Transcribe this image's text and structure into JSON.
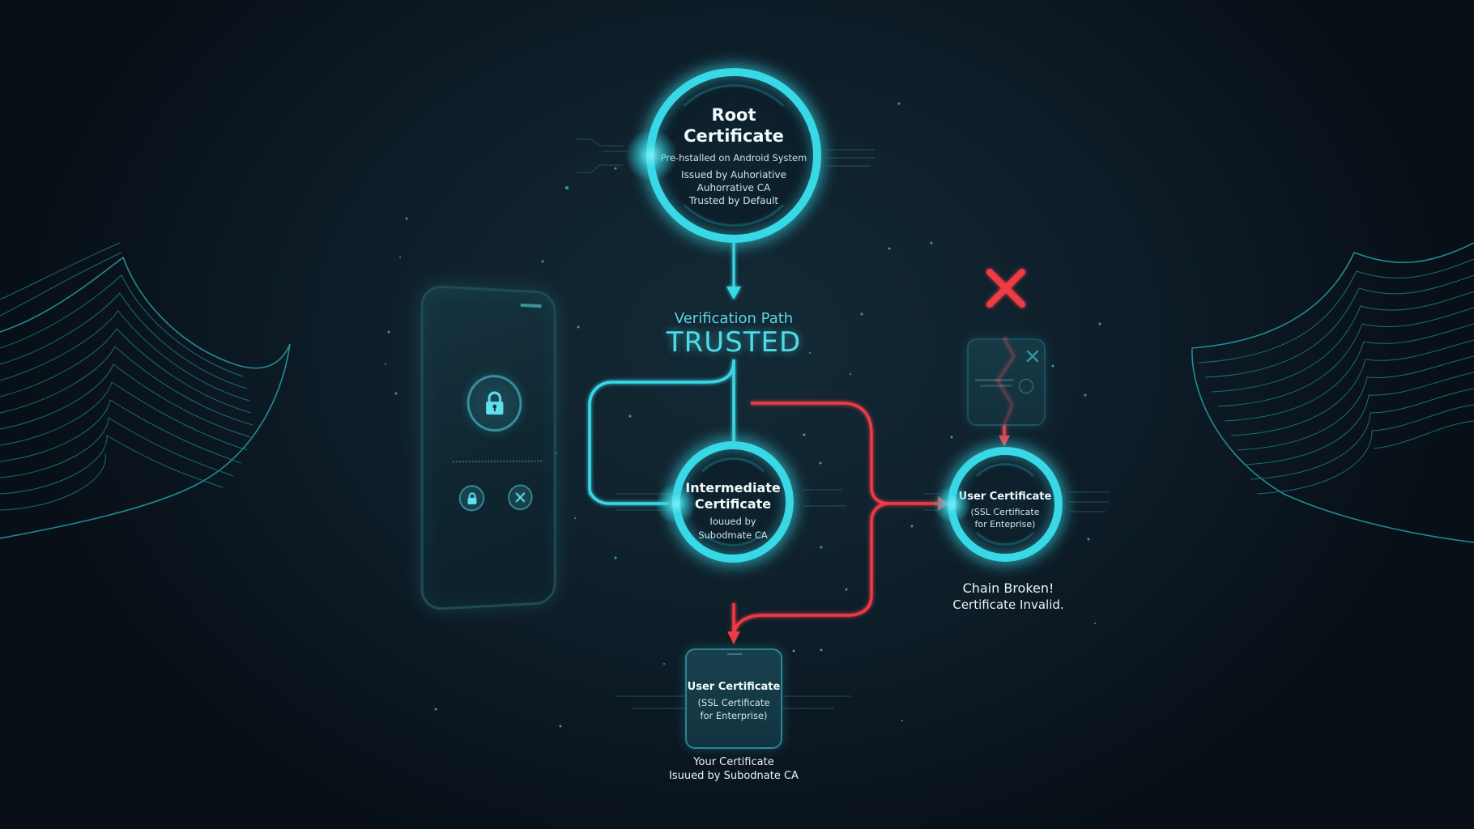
{
  "diagram": {
    "root": {
      "title_line1": "Root",
      "title_line2": "Certificate",
      "subtitle": "Pre-hstalled on Android System",
      "detail_line1": "Issued by Auhoriative",
      "detail_line2": "Auhorrative CA",
      "detail_line3": "Trusted by Default"
    },
    "verification": {
      "label": "Verification Path",
      "status": "TRUSTED"
    },
    "intermediate": {
      "title_line1": "Intermediate",
      "title_line2": "Certificate",
      "detail_line1": "Iouued by",
      "detail_line2": "Subodmate CA"
    },
    "user_cert_broken": {
      "title": "User Certificate",
      "detail_line1": "(SSL Certificate",
      "detail_line2": "for Enteprise)",
      "caption_line1": "Chain Broken!",
      "caption_line2": "Certificate Invalid."
    },
    "user_cert_card": {
      "title": "User Certificate",
      "detail_line1": "(SSL Certificate",
      "detail_line2": "for Enterprise)",
      "caption_line1": "Your Certificate",
      "caption_line2": "Isuued by Subodnate CA"
    },
    "phone": {
      "main_icon": "lock-icon",
      "buttons": [
        {
          "icon": "lock-icon"
        },
        {
          "icon": "close-icon"
        }
      ]
    },
    "colors": {
      "background": "#0f202b",
      "trusted_cyan": "#39d8e6",
      "invalid_red": "#ee3b45"
    }
  }
}
